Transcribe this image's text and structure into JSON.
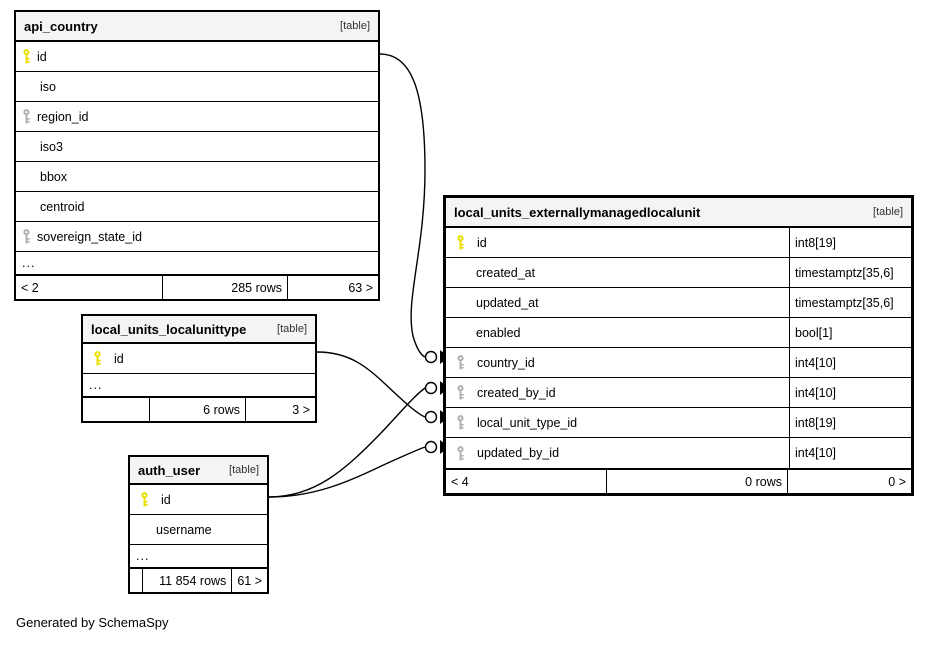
{
  "diagram": {
    "title": "SchemaSpy relationships diagram",
    "credit": "Generated by SchemaSpy",
    "table_tag": "[table]",
    "ellipsis": "...",
    "colors": {
      "primary_key": "#e9e000",
      "foreign_key": "#b0b0b0",
      "header_bg": "#f4f4f4",
      "border": "#000000",
      "background": "#ffffff"
    }
  },
  "tables": [
    {
      "id": "api_country",
      "name": "api_country",
      "tag": "[table]",
      "columns": [
        {
          "name": "id",
          "key": "primary",
          "type": ""
        },
        {
          "name": "iso",
          "key": "none",
          "type": ""
        },
        {
          "name": "region_id",
          "key": "foreign",
          "type": ""
        },
        {
          "name": "iso3",
          "key": "none",
          "type": ""
        },
        {
          "name": "bbox",
          "key": "none",
          "type": ""
        },
        {
          "name": "centroid",
          "key": "none",
          "type": ""
        },
        {
          "name": "sovereign_state_id",
          "key": "foreign",
          "type": ""
        }
      ],
      "more_indicator": "...",
      "footer": {
        "left": "< 2",
        "middle": "285 rows",
        "right": "63 >"
      }
    },
    {
      "id": "local_units_localunittype",
      "name": "local_units_localunittype",
      "tag": "[table]",
      "columns": [
        {
          "name": "id",
          "key": "primary",
          "type": ""
        }
      ],
      "more_indicator": "...",
      "footer": {
        "left": "",
        "middle": "6 rows",
        "right": "3 >"
      }
    },
    {
      "id": "auth_user",
      "name": "auth_user",
      "tag": "[table]",
      "columns": [
        {
          "name": "id",
          "key": "primary",
          "type": ""
        },
        {
          "name": "username",
          "key": "none",
          "type": ""
        }
      ],
      "more_indicator": "...",
      "footer": {
        "left": "",
        "middle": "11 854 rows",
        "right": "61 >"
      }
    },
    {
      "id": "local_units_externallymanagedlocalunit",
      "name": "local_units_externallymanagedlocalunit",
      "tag": "[table]",
      "columns": [
        {
          "name": "id",
          "key": "primary",
          "type": "int8[19]"
        },
        {
          "name": "created_at",
          "key": "none",
          "type": "timestamptz[35,6]"
        },
        {
          "name": "updated_at",
          "key": "none",
          "type": "timestamptz[35,6]"
        },
        {
          "name": "enabled",
          "key": "none",
          "type": "bool[1]"
        },
        {
          "name": "country_id",
          "key": "foreign",
          "type": "int4[10]"
        },
        {
          "name": "created_by_id",
          "key": "foreign",
          "type": "int4[10]"
        },
        {
          "name": "local_unit_type_id",
          "key": "foreign",
          "type": "int8[19]"
        },
        {
          "name": "updated_by_id",
          "key": "foreign",
          "type": "int4[10]"
        }
      ],
      "more_indicator": "",
      "footer": {
        "left": "< 4",
        "middle": "0 rows",
        "right": "0 >"
      }
    }
  ],
  "relationships": [
    {
      "from_table": "api_country",
      "from_column": "id",
      "to_table": "local_units_externallymanagedlocalunit",
      "to_column": "country_id"
    },
    {
      "from_table": "auth_user",
      "from_column": "id",
      "to_table": "local_units_externallymanagedlocalunit",
      "to_column": "created_by_id"
    },
    {
      "from_table": "local_units_localunittype",
      "from_column": "id",
      "to_table": "local_units_externallymanagedlocalunit",
      "to_column": "local_unit_type_id"
    },
    {
      "from_table": "auth_user",
      "from_column": "id",
      "to_table": "local_units_externallymanagedlocalunit",
      "to_column": "updated_by_id"
    }
  ]
}
